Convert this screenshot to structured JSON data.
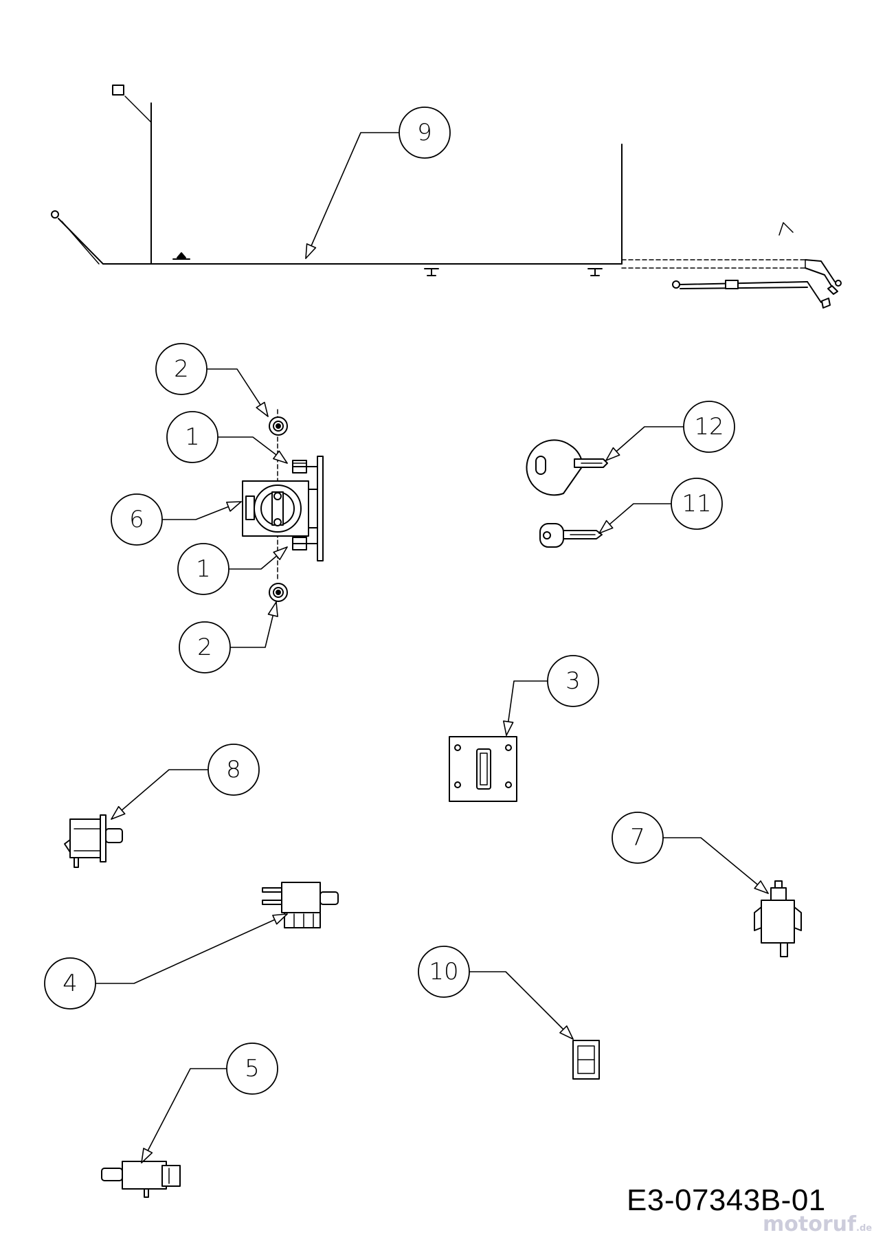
{
  "callouts": [
    {
      "id": "9",
      "label": "9"
    },
    {
      "id": "2a",
      "label": "2"
    },
    {
      "id": "1a",
      "label": "1"
    },
    {
      "id": "6",
      "label": "6"
    },
    {
      "id": "1b",
      "label": "1"
    },
    {
      "id": "2b",
      "label": "2"
    },
    {
      "id": "12",
      "label": "12"
    },
    {
      "id": "11",
      "label": "11"
    },
    {
      "id": "3",
      "label": "3"
    },
    {
      "id": "8",
      "label": "8"
    },
    {
      "id": "7",
      "label": "7"
    },
    {
      "id": "4",
      "label": "4"
    },
    {
      "id": "10",
      "label": "10"
    },
    {
      "id": "5",
      "label": "5"
    }
  ],
  "drawing_code": "E3-07343B-01",
  "watermark": {
    "text": "motoruf",
    "suffix": ".de"
  }
}
